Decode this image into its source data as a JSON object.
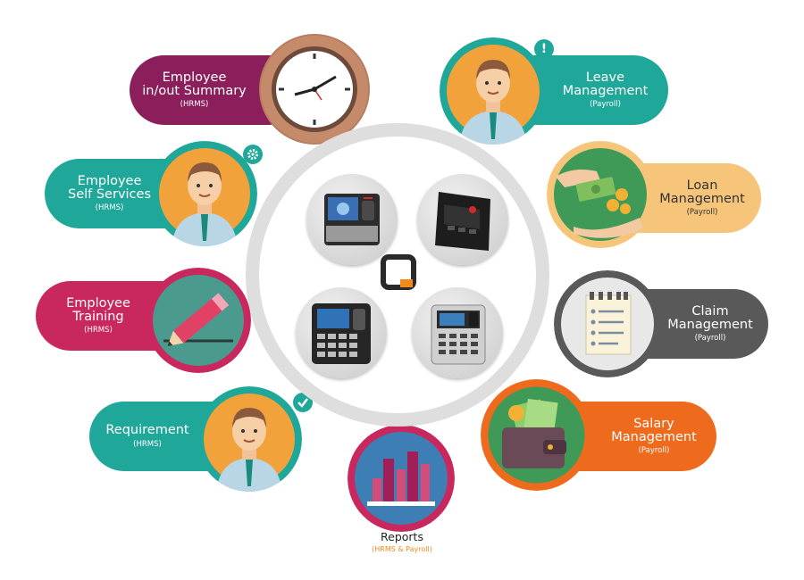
{
  "modules": {
    "inout": {
      "title_l1": "Employee",
      "title_l2": "in/out Summary",
      "sub": "(HRMS)"
    },
    "self": {
      "title_l1": "Employee",
      "title_l2": "Self Services",
      "sub": "(HRMS)"
    },
    "training": {
      "title_l1": "Employee",
      "title_l2": "Training",
      "sub": "(HRMS)"
    },
    "requirement": {
      "title_l1": "Requirement",
      "sub": "(HRMS)"
    },
    "reports": {
      "title_l1": "Reports",
      "sub": "(HRMS & Payroll)"
    },
    "leave": {
      "title_l1": "Leave",
      "title_l2": "Management",
      "sub": "(Payroll)"
    },
    "loan": {
      "title_l1": "Loan",
      "title_l2": "Management",
      "sub": "(Payroll)"
    },
    "claim": {
      "title_l1": "Claim",
      "title_l2": "Management",
      "sub": "(Payroll)"
    },
    "salary": {
      "title_l1": "Salary",
      "title_l2": "Management",
      "sub": "(Payroll)"
    }
  },
  "colors": {
    "purple": "#8a1f5c",
    "teal": "#1fa79a",
    "pink": "#c8285e",
    "orange": "#f2a23b",
    "light_orange": "#f6c57a",
    "gray": "#595959",
    "orange_red": "#ee6a1d",
    "hub_ring": "#dedede"
  },
  "icons": [
    "clock-icon",
    "employee-avatar-icon",
    "pencil-icon",
    "report-chart-icon",
    "money-hands-icon",
    "clipboard-icon",
    "wallet-icon",
    "gear-icon",
    "check-icon",
    "alert-icon",
    "biometric-device-icon",
    "logo-icon"
  ]
}
